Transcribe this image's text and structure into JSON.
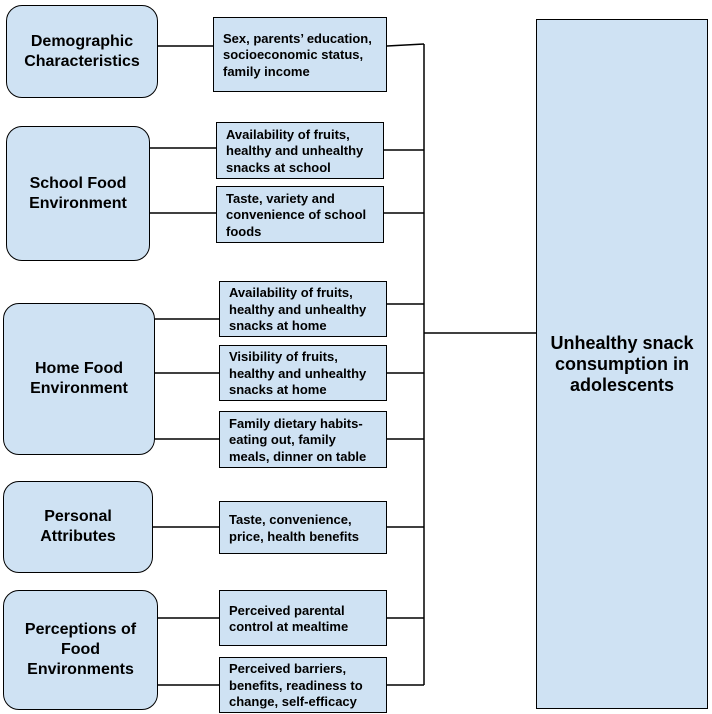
{
  "categories": [
    {
      "label": "Demographic Characteristics"
    },
    {
      "label": "School Food Environment"
    },
    {
      "label": "Home Food Environment"
    },
    {
      "label": "Personal Attributes"
    },
    {
      "label": "Perceptions of Food Environments"
    }
  ],
  "factors": [
    {
      "label": "Sex, parents’ education, socioeconomic status, family income"
    },
    {
      "label": "Availability of fruits, healthy and unhealthy snacks at school"
    },
    {
      "label": "Taste, variety and convenience of school foods"
    },
    {
      "label": "Availability of fruits, healthy and unhealthy snacks at home"
    },
    {
      "label": "Visibility of fruits, healthy and unhealthy snacks at home"
    },
    {
      "label": "Family dietary habits- eating out, family meals, dinner on table"
    },
    {
      "label": "Taste, convenience, price, health benefits"
    },
    {
      "label": "Perceived parental control at mealtime"
    },
    {
      "label": "Perceived barriers, benefits, readiness to change, self-efficacy"
    }
  ],
  "outcome": {
    "label": "Unhealthy snack consumption in adolescents"
  },
  "colors": {
    "box_fill": "#cfe2f3",
    "line": "#000000"
  }
}
